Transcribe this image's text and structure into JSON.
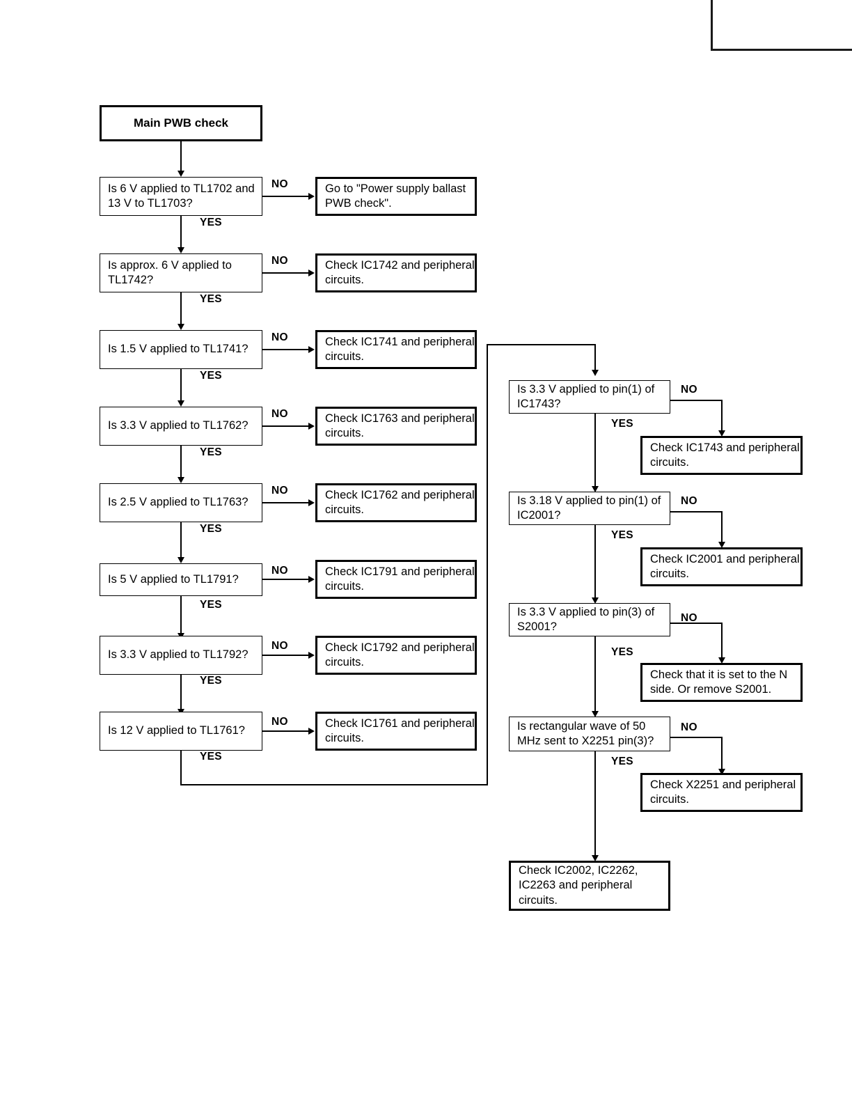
{
  "diagram": {
    "title": "Main PWB check",
    "labels": {
      "yes": "YES",
      "no": "NO"
    },
    "start": {
      "label": "Main PWB check"
    },
    "left_column": [
      {
        "question": "Is 6 V applied to TL1702 and 13 V to TL1703?",
        "no_action": "Go to \"Power supply ballast PWB check\"."
      },
      {
        "question": "Is approx. 6 V applied to TL1742?",
        "no_action": "Check IC1742 and peripheral circuits."
      },
      {
        "question": "Is 1.5 V applied to TL1741?",
        "no_action": "Check IC1741 and peripheral circuits."
      },
      {
        "question": "Is 3.3 V applied to TL1762?",
        "no_action": "Check IC1763 and peripheral circuits."
      },
      {
        "question": "Is 2.5 V applied to TL1763?",
        "no_action": "Check IC1762 and peripheral circuits."
      },
      {
        "question": "Is 5 V applied to TL1791?",
        "no_action": "Check IC1791 and peripheral circuits."
      },
      {
        "question": "Is 3.3 V applied to TL1792?",
        "no_action": "Check IC1792 and peripheral circuits."
      },
      {
        "question": "Is 12 V applied to TL1761?",
        "no_action": "Check IC1761 and peripheral circuits."
      }
    ],
    "right_column": [
      {
        "question": "Is 3.3 V applied to pin(1) of IC1743?",
        "no_action": "Check IC1743 and peripheral circuits."
      },
      {
        "question": "Is 3.18 V applied to pin(1) of IC2001?",
        "no_action": "Check IC2001 and peripheral circuits."
      },
      {
        "question": "Is 3.3 V applied to pin(3) of S2001?",
        "no_action": "Check that it is set to the N side. Or remove S2001."
      },
      {
        "question": "Is rectangular wave of 50 MHz sent to X2251 pin(3)?",
        "no_action": "Check X2251 and peripheral circuits."
      }
    ],
    "terminal": {
      "action": "Check IC2002, IC2262, IC2263 and peripheral circuits."
    }
  }
}
